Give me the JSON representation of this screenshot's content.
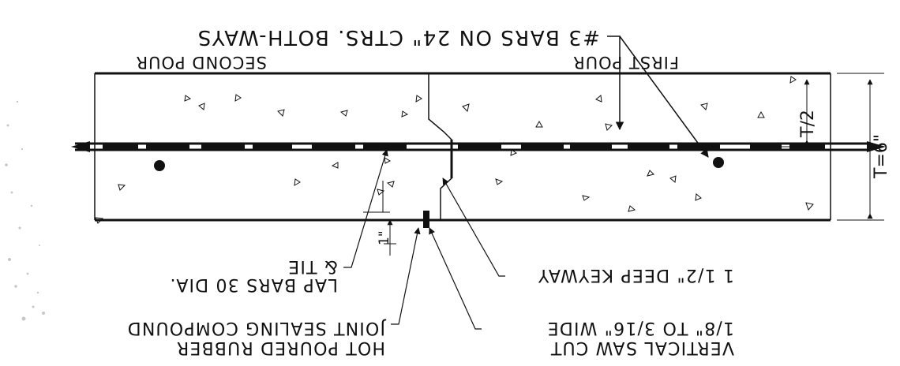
{
  "orientation": "rotated-180",
  "labels": {
    "bars": "#3 BARS ON 24\" CTRS. BOTH-WAYS",
    "thickness": "T=6\"",
    "half_thickness": "T/2",
    "first_pour": "FIRST POUR",
    "second_pour": "SECOND POUR",
    "inch": "1\"",
    "keyway": "1 1/2\" DEEP KEYWAY",
    "lap_bars_line1": "LAP BARS 30 DIA.",
    "lap_bars_line2": "& TIE",
    "saw_cut_line1": "VERTICAL SAW CUT",
    "saw_cut_line2": "1/8\" TO 3/16\" WIDE",
    "compound_line1": "HOT POURED RUBBER",
    "compound_line2": "JOINT SEALING COMPOUND"
  },
  "colors": {
    "line": "#111111",
    "background": "#ffffff",
    "speckle": "#9a9a9a"
  }
}
